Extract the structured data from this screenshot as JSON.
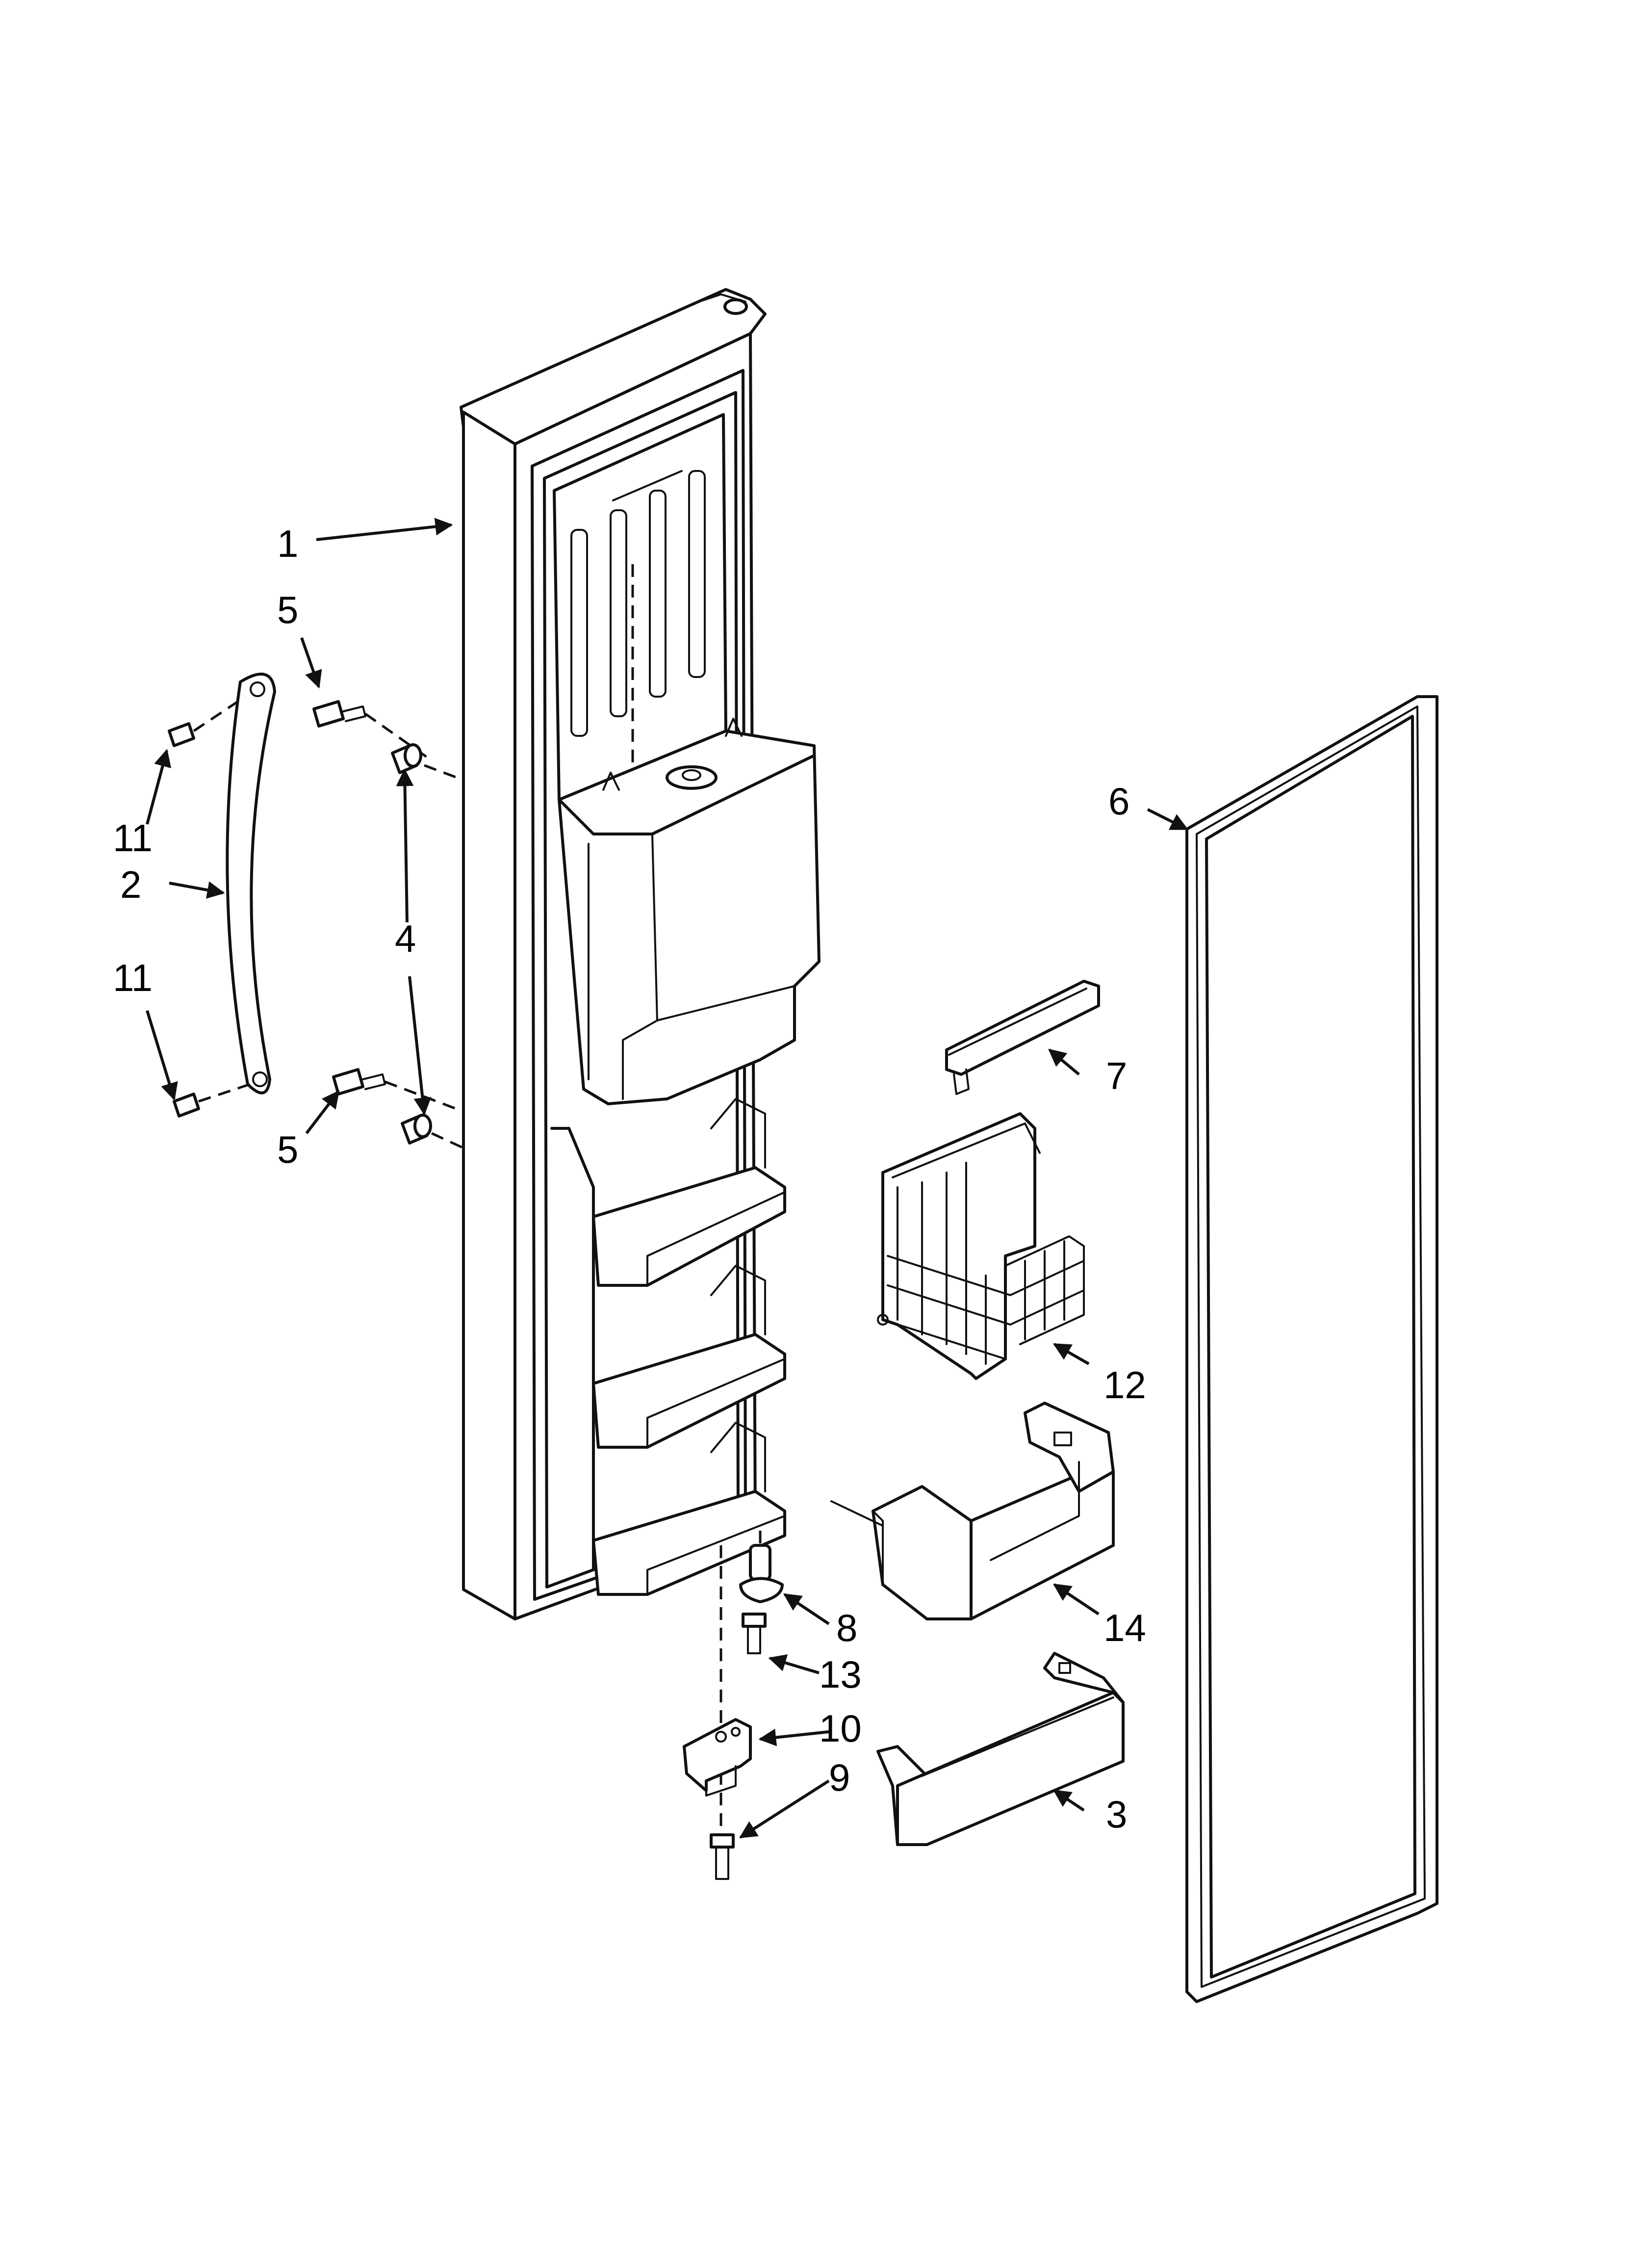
{
  "callouts": [
    {
      "id": "c1",
      "text": "1"
    },
    {
      "id": "c2",
      "text": "2"
    },
    {
      "id": "c3",
      "text": "3"
    },
    {
      "id": "c4",
      "text": "4"
    },
    {
      "id": "c5a",
      "text": "5"
    },
    {
      "id": "c5b",
      "text": "5"
    },
    {
      "id": "c6",
      "text": "6"
    },
    {
      "id": "c7",
      "text": "7"
    },
    {
      "id": "c8",
      "text": "8"
    },
    {
      "id": "c9",
      "text": "9"
    },
    {
      "id": "c10",
      "text": "10"
    },
    {
      "id": "c11a",
      "text": "11"
    },
    {
      "id": "c11b",
      "text": "11"
    },
    {
      "id": "c12",
      "text": "12"
    },
    {
      "id": "c13",
      "text": "13"
    },
    {
      "id": "c14",
      "text": "14"
    }
  ]
}
